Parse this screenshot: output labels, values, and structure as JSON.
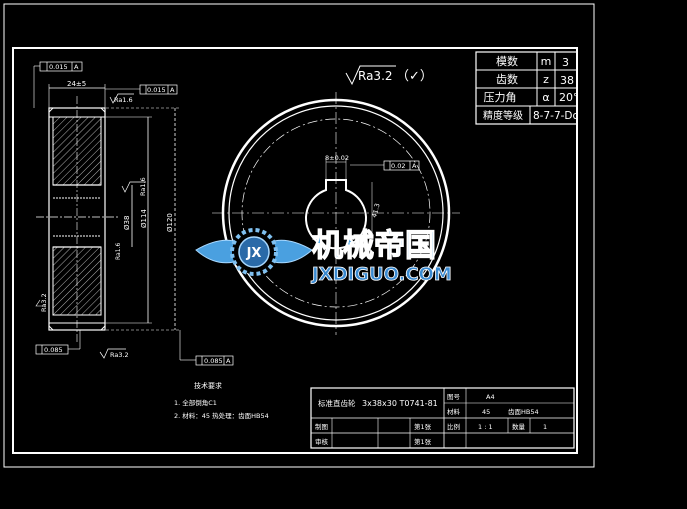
{
  "colors": {
    "background": "#000000",
    "line": "#ffffff",
    "logo_blue": "#4aa0e0",
    "logo_light": "#a8d8ff"
  },
  "params_table": {
    "rows": [
      {
        "name": "模数",
        "symbol": "m",
        "value": "3"
      },
      {
        "name": "齿数",
        "symbol": "z",
        "value": "38"
      },
      {
        "name": "压力角",
        "symbol": "α",
        "value": "20°"
      },
      {
        "name": "精度等级",
        "symbol": "",
        "value": "8-7-7-Dc"
      }
    ]
  },
  "surface_finish": {
    "general": "Ra3.2",
    "bracket": "（✓）",
    "bore": "Ra1.6",
    "face": "Ra3.2",
    "face_top": "Ra1.6",
    "side": "Ra1.6",
    "hub": "Ra3.2"
  },
  "tolerances": {
    "top_left": "0.015",
    "top_left_datum": "A",
    "top_face": "0.015",
    "top_face_datum": "A",
    "bottom_left": "0.085",
    "bottom_right": "0.085",
    "bottom_right_datum": "A",
    "keyway": "0.02",
    "keyway_datum": "A"
  },
  "dimensions": {
    "width": "24±5",
    "bore_dia": "Ø38",
    "hub_dia": "Ø114",
    "tip_dia": "Ø120",
    "keyway_width": "8±0.02",
    "keyway_depth": "41.3"
  },
  "tech_requirements": {
    "title": "技术要求",
    "items": [
      "1. 全部倒角C1",
      "2. 材料：45  热处理：齿面HB54"
    ]
  },
  "title_block": {
    "part_name": "标准直齿轮",
    "spec": "3x38x30  T0741-81",
    "drawing_no_label": "图号",
    "drawing_no": "A4",
    "material_label": "材料",
    "material": "45",
    "heat_treatment": "齿面HB54",
    "drawn_label": "制图",
    "checked_label": "审核",
    "sheet_label_1": "第1张",
    "sheet_label_2": "第1张",
    "scale_label": "比例",
    "scale": "1 : 1",
    "qty_label": "数量",
    "qty": "1"
  },
  "watermark": {
    "cn_text": "机械帝国",
    "en_text": "JXDIGUO.COM",
    "badge": "JX"
  }
}
